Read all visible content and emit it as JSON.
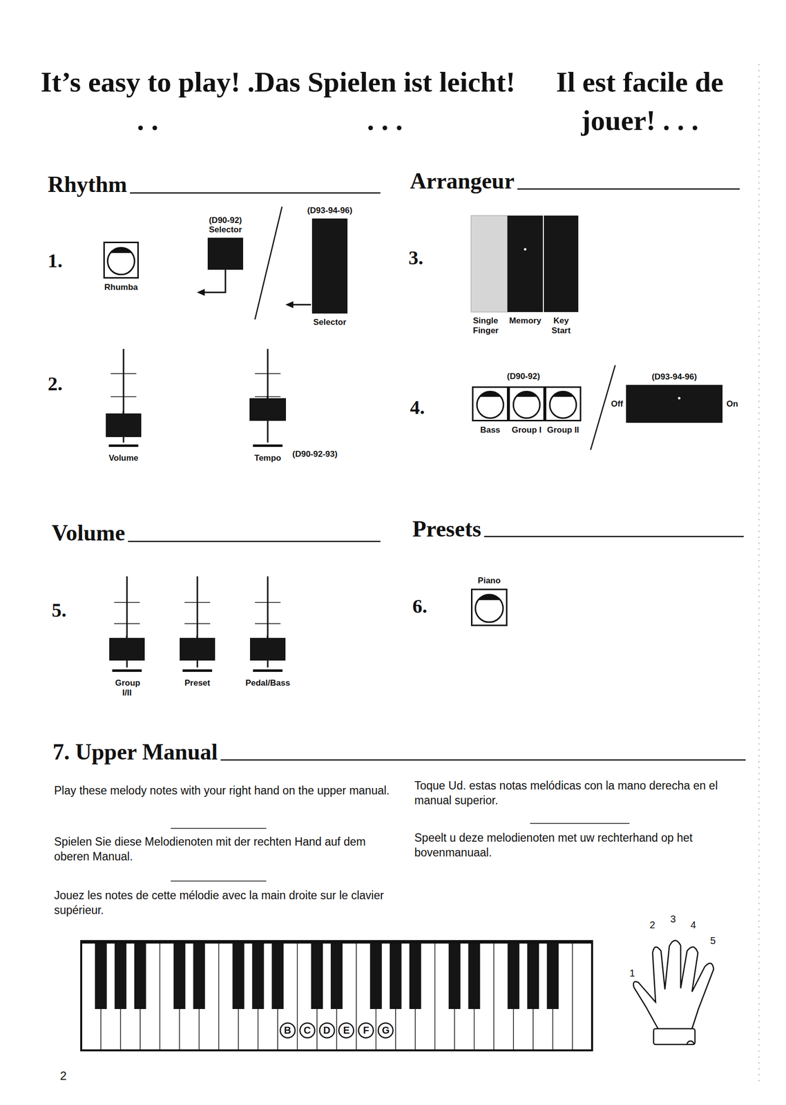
{
  "diagram": {
    "nodes": [
      {
        "text": [
          "Rhumba"
        ]
      },
      {
        "text": [
          "(D90-92)",
          "Selector"
        ]
      },
      {
        "text": [
          "(D93-94-96)",
          "Selector"
        ]
      },
      {
        "text": [
          "Volume"
        ]
      },
      {
        "text": [
          "Tempo"
        ]
      },
      {
        "text": [
          "Single Finger"
        ]
      },
      {
        "text": [
          "Memory"
        ]
      },
      {
        "text": [
          "Key Start"
        ]
      },
      {
        "text": [
          "Bass"
        ]
      },
      {
        "text": [
          "Group I"
        ]
      },
      {
        "text": [
          "Group II"
        ]
      },
      {
        "text": [
          "(D93-94-96)",
          "Off",
          "On"
        ]
      },
      {
        "text": [
          "Group I/II"
        ]
      },
      {
        "text": [
          "Preset"
        ]
      },
      {
        "text": [
          "Pedal/Bass"
        ]
      },
      {
        "text": [
          "Piano"
        ]
      },
      {
        "text": [
          "B"
        ]
      },
      {
        "text": [
          "C"
        ]
      },
      {
        "text": [
          "D"
        ]
      },
      {
        "text": [
          "E"
        ]
      },
      {
        "text": [
          "F"
        ]
      },
      {
        "text": [
          "G"
        ]
      }
    ],
    "labels": [
      "It’s easy to play! . . .",
      "Das Spielen ist leicht! . . .",
      "Il est facile de jouer! . . .",
      "Rhythm",
      "Arrangeur",
      "1.",
      "2.",
      "(D90-92-93)",
      "3.",
      "4.",
      "(D90-92)",
      "Volume",
      "Presets",
      "5.",
      "6.",
      "7. Upper Manual",
      "Play these melody notes with your right hand on the upper manual.",
      "Toque Ud. estas notas melódicas con la mano derecha en el manual superior.",
      "Spielen Sie diese Melodienoten mit der rechten Hand auf dem oberen Manual.",
      "Speelt u deze melodienoten met uw rechterhand op het bovenmanuaal.",
      "Jouez les notes de cette mélodie avec la main droite sur le clavier supérieur.",
      "1",
      "2",
      "3",
      "4",
      "5",
      "2"
    ]
  }
}
